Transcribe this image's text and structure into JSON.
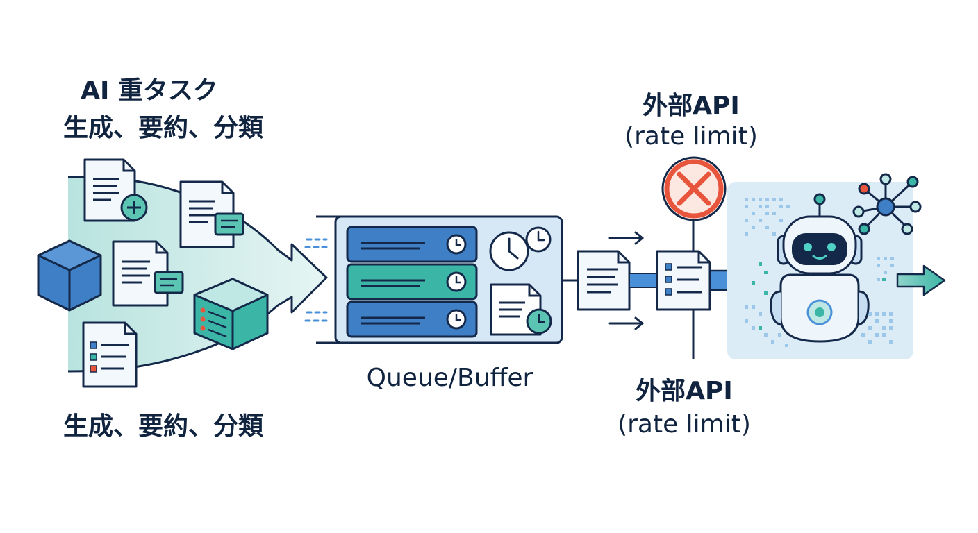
{
  "tasks": {
    "title_line1": "AI 重タスク",
    "title_line2": "生成、要約、分類",
    "bottom_caption": "生成、要約、分類"
  },
  "queue": {
    "label": "Queue/Buffer"
  },
  "api_top": {
    "line1": "外部API",
    "line2": "(rate limit)"
  },
  "api_bottom": {
    "line1": "外部API",
    "line2": "(rate limit)"
  },
  "icons": [
    "document-icon",
    "add-icon",
    "cube-icon",
    "clock-icon",
    "blocked-icon",
    "robot-icon",
    "network-icon",
    "arrow-icon"
  ],
  "colors": {
    "navy": "#14294a",
    "blue": "#3f7fc6",
    "teal": "#3bb6a6",
    "light_teal": "#bfe8e4",
    "panel": "#dbeaf6",
    "red": "#e8553d",
    "arrow": "#4a90d9"
  }
}
